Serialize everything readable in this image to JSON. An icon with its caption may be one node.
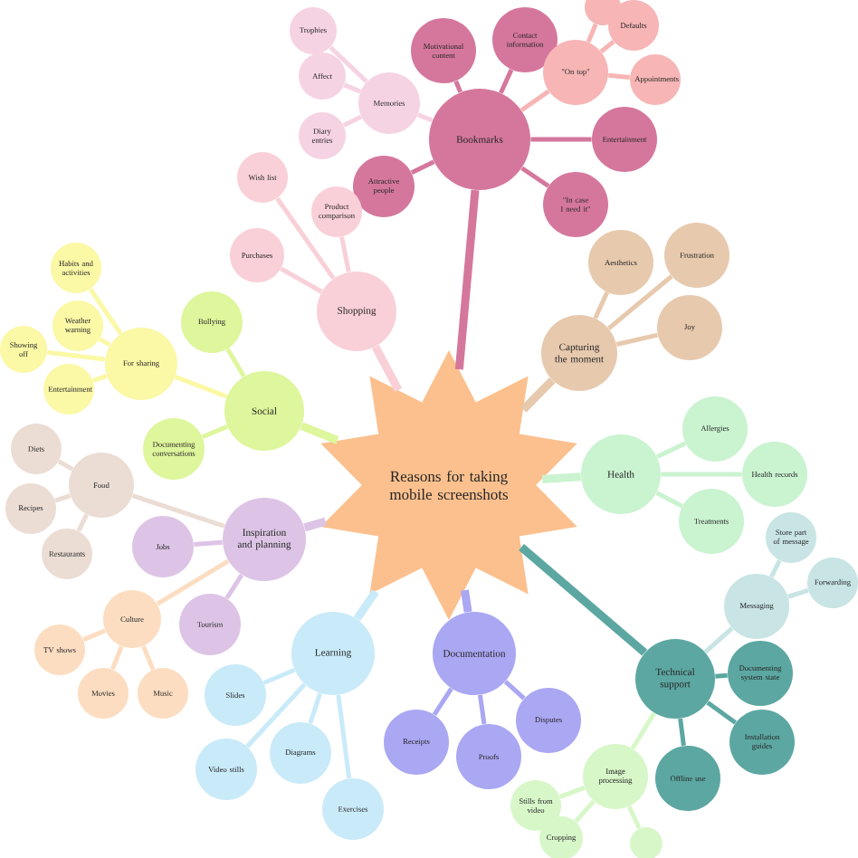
{
  "diagram": {
    "nodes": [
      {
        "text": [
          "Reasons for taking mobile screenshots"
        ]
      },
      {
        "text": [
          "Bookmarks"
        ]
      },
      {
        "text": [
          "Motivational content"
        ]
      },
      {
        "text": [
          "Contact information"
        ]
      },
      {
        "text": [
          "\"On top\""
        ]
      },
      {
        "text": [],
        "shape": "circle"
      },
      {
        "text": [
          "Defaults"
        ]
      },
      {
        "text": [
          "Appointments"
        ]
      },
      {
        "text": [
          "Entertainment"
        ]
      },
      {
        "text": [
          "\"In case I need it\""
        ]
      },
      {
        "text": [
          "Attractive people"
        ]
      },
      {
        "text": [
          "Memories"
        ]
      },
      {
        "text": [
          "Trophies"
        ]
      },
      {
        "text": [
          "Affect"
        ]
      },
      {
        "text": [
          "Diary entries"
        ]
      },
      {
        "text": [
          "Shopping"
        ]
      },
      {
        "text": [
          "Wish list"
        ]
      },
      {
        "text": [
          "Product comparison"
        ]
      },
      {
        "text": [
          "Purchases"
        ]
      },
      {
        "text": [
          "Capturing the moment"
        ]
      },
      {
        "text": [
          "Aesthetics"
        ]
      },
      {
        "text": [
          "Frustration"
        ]
      },
      {
        "text": [
          "Joy"
        ]
      },
      {
        "text": [
          "Health"
        ]
      },
      {
        "text": [
          "Allergies"
        ]
      },
      {
        "text": [
          "Health records"
        ]
      },
      {
        "text": [
          "Treatments"
        ]
      },
      {
        "text": [
          "Technical support"
        ]
      },
      {
        "text": [
          "Messaging"
        ]
      },
      {
        "text": [
          "Store part of message"
        ]
      },
      {
        "text": [
          "Forwarding"
        ]
      },
      {
        "text": [
          "Documenting system state"
        ]
      },
      {
        "text": [
          "Installation guides"
        ]
      },
      {
        "text": [
          "Offline use"
        ]
      },
      {
        "text": [
          "Image processing"
        ]
      },
      {
        "text": [
          "Stills from video"
        ]
      },
      {
        "text": [
          "Cropping"
        ]
      },
      {
        "text": [],
        "shape": "circle"
      },
      {
        "text": [
          "Documentation"
        ]
      },
      {
        "text": [
          "Receipts"
        ]
      },
      {
        "text": [
          "Proofs"
        ]
      },
      {
        "text": [
          "Disputes"
        ]
      },
      {
        "text": [
          "Learning"
        ]
      },
      {
        "text": [
          "Slides"
        ]
      },
      {
        "text": [
          "Video stills"
        ]
      },
      {
        "text": [
          "Diagrams"
        ]
      },
      {
        "text": [
          "Exercises"
        ]
      },
      {
        "text": [
          "Inspiration and planning"
        ]
      },
      {
        "text": [
          "Jobs"
        ]
      },
      {
        "text": [
          "Tourism"
        ]
      },
      {
        "text": [
          "Culture"
        ]
      },
      {
        "text": [
          "TV shows"
        ]
      },
      {
        "text": [
          "Movies"
        ]
      },
      {
        "text": [
          "Music"
        ]
      },
      {
        "text": [
          "Food"
        ]
      },
      {
        "text": [
          "Diets"
        ]
      },
      {
        "text": [
          "Recipes"
        ]
      },
      {
        "text": [
          "Restaurants"
        ]
      },
      {
        "text": [
          "Social"
        ]
      },
      {
        "text": [
          "Bullying"
        ]
      },
      {
        "text": [
          "Documenting conversations"
        ]
      },
      {
        "text": [
          "For sharing"
        ]
      },
      {
        "text": [
          "Habits and activities"
        ]
      },
      {
        "text": [
          "Weather warning"
        ]
      },
      {
        "text": [
          "Showing off"
        ]
      },
      {
        "text": [
          "Entertainment"
        ]
      }
    ],
    "edges": [
      {
        "from": 0,
        "to": 1,
        "arrow": "none",
        "style": "thick",
        "color": "#d5779c"
      },
      {
        "from": 1,
        "to": 2,
        "arrow": "none",
        "color": "#d5779c"
      },
      {
        "from": 1,
        "to": 3,
        "arrow": "none",
        "color": "#d5779c"
      },
      {
        "from": 1,
        "to": 4,
        "arrow": "none",
        "color": "#f7b5b5"
      },
      {
        "from": 4,
        "to": 5,
        "arrow": "none",
        "color": "#f7b5b5"
      },
      {
        "from": 4,
        "to": 6,
        "arrow": "none",
        "color": "#f7b5b5"
      },
      {
        "from": 4,
        "to": 7,
        "arrow": "none",
        "color": "#f7b5b5"
      },
      {
        "from": 1,
        "to": 8,
        "arrow": "none",
        "color": "#d5779c"
      },
      {
        "from": 1,
        "to": 9,
        "arrow": "none",
        "color": "#d5779c"
      },
      {
        "from": 1,
        "to": 10,
        "arrow": "none",
        "color": "#d5779c"
      },
      {
        "from": 1,
        "to": 11,
        "arrow": "none",
        "color": "#f6d3e3"
      },
      {
        "from": 11,
        "to": 12,
        "arrow": "none",
        "color": "#f6d3e3"
      },
      {
        "from": 11,
        "to": 13,
        "arrow": "none",
        "color": "#f6d3e3"
      },
      {
        "from": 11,
        "to": 14,
        "arrow": "none",
        "color": "#f6d3e3"
      },
      {
        "from": 0,
        "to": 15,
        "arrow": "none",
        "style": "thick",
        "color": "#f9d0d8"
      },
      {
        "from": 15,
        "to": 16,
        "arrow": "none",
        "color": "#f9d0d8"
      },
      {
        "from": 15,
        "to": 17,
        "arrow": "none",
        "color": "#f9d0d8"
      },
      {
        "from": 15,
        "to": 18,
        "arrow": "none",
        "color": "#f9d0d8"
      },
      {
        "from": 0,
        "to": 19,
        "arrow": "none",
        "style": "thick",
        "color": "#e7c9ae"
      },
      {
        "from": 19,
        "to": 20,
        "arrow": "none",
        "color": "#e7c9ae"
      },
      {
        "from": 19,
        "to": 21,
        "arrow": "none",
        "color": "#e7c9ae"
      },
      {
        "from": 19,
        "to": 22,
        "arrow": "none",
        "color": "#e7c9ae"
      },
      {
        "from": 0,
        "to": 23,
        "arrow": "none",
        "style": "thick",
        "color": "#caf3d0"
      },
      {
        "from": 23,
        "to": 24,
        "arrow": "none",
        "color": "#caf3d0"
      },
      {
        "from": 23,
        "to": 25,
        "arrow": "none",
        "color": "#caf3d0"
      },
      {
        "from": 23,
        "to": 26,
        "arrow": "none",
        "color": "#caf3d0"
      },
      {
        "from": 0,
        "to": 27,
        "arrow": "none",
        "style": "thick",
        "color": "#5ca7a2"
      },
      {
        "from": 27,
        "to": 28,
        "arrow": "none",
        "color": "#c8e4e4"
      },
      {
        "from": 28,
        "to": 29,
        "arrow": "none",
        "color": "#c8e4e4"
      },
      {
        "from": 28,
        "to": 30,
        "arrow": "none",
        "color": "#c8e4e4"
      },
      {
        "from": 27,
        "to": 31,
        "arrow": "none",
        "color": "#5ca7a2"
      },
      {
        "from": 27,
        "to": 32,
        "arrow": "none",
        "color": "#5ca7a2"
      },
      {
        "from": 27,
        "to": 33,
        "arrow": "none",
        "color": "#5ca7a2"
      },
      {
        "from": 27,
        "to": 34,
        "arrow": "none",
        "color": "#d7f7c9"
      },
      {
        "from": 34,
        "to": 35,
        "arrow": "none",
        "color": "#d7f7c9"
      },
      {
        "from": 34,
        "to": 36,
        "arrow": "none",
        "color": "#d7f7c9"
      },
      {
        "from": 34,
        "to": 37,
        "arrow": "none",
        "color": "#d7f7c9"
      },
      {
        "from": 0,
        "to": 38,
        "arrow": "none",
        "style": "thick",
        "color": "#aaa7f3"
      },
      {
        "from": 38,
        "to": 39,
        "arrow": "none",
        "color": "#aaa7f3"
      },
      {
        "from": 38,
        "to": 40,
        "arrow": "none",
        "color": "#aaa7f3"
      },
      {
        "from": 38,
        "to": 41,
        "arrow": "none",
        "color": "#aaa7f3"
      },
      {
        "from": 0,
        "to": 42,
        "arrow": "none",
        "style": "thick",
        "color": "#c9eaf9"
      },
      {
        "from": 42,
        "to": 43,
        "arrow": "none",
        "color": "#c9eaf9"
      },
      {
        "from": 42,
        "to": 44,
        "arrow": "none",
        "color": "#c9eaf9"
      },
      {
        "from": 42,
        "to": 45,
        "arrow": "none",
        "color": "#c9eaf9"
      },
      {
        "from": 42,
        "to": 46,
        "arrow": "none",
        "color": "#c9eaf9"
      },
      {
        "from": 0,
        "to": 47,
        "arrow": "none",
        "style": "thick",
        "color": "#ddc4e6"
      },
      {
        "from": 47,
        "to": 48,
        "arrow": "none",
        "color": "#ddc4e6"
      },
      {
        "from": 47,
        "to": 49,
        "arrow": "none",
        "color": "#ddc4e6"
      },
      {
        "from": 47,
        "to": 50,
        "arrow": "none",
        "color": "#fcddc1"
      },
      {
        "from": 50,
        "to": 51,
        "arrow": "none",
        "color": "#fcddc1"
      },
      {
        "from": 50,
        "to": 52,
        "arrow": "none",
        "color": "#fcddc1"
      },
      {
        "from": 50,
        "to": 53,
        "arrow": "none",
        "color": "#fcddc1"
      },
      {
        "from": 47,
        "to": 54,
        "arrow": "none",
        "color": "#ebddd4"
      },
      {
        "from": 54,
        "to": 55,
        "arrow": "none",
        "color": "#ebddd4"
      },
      {
        "from": 54,
        "to": 56,
        "arrow": "none",
        "color": "#ebddd4"
      },
      {
        "from": 54,
        "to": 57,
        "arrow": "none",
        "color": "#ebddd4"
      },
      {
        "from": 0,
        "to": 58,
        "arrow": "none",
        "style": "thick",
        "color": "#def69c"
      },
      {
        "from": 58,
        "to": 59,
        "arrow": "none",
        "color": "#def69c"
      },
      {
        "from": 58,
        "to": 60,
        "arrow": "none",
        "color": "#def69c"
      },
      {
        "from": 58,
        "to": 61,
        "arrow": "none",
        "color": "#fbf8a6"
      },
      {
        "from": 61,
        "to": 62,
        "arrow": "none",
        "color": "#fbf8a6"
      },
      {
        "from": 61,
        "to": 63,
        "arrow": "none",
        "color": "#fbf8a6"
      },
      {
        "from": 61,
        "to": 64,
        "arrow": "none",
        "color": "#fbf8a6"
      },
      {
        "from": 61,
        "to": 65,
        "arrow": "none",
        "color": "#fbf8a6"
      }
    ]
  }
}
